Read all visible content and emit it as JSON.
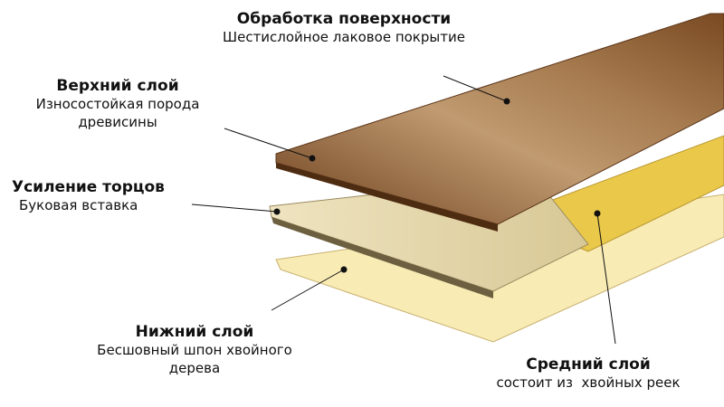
{
  "labels": {
    "surface": {
      "title": "Обработка поверхности",
      "desc": "Шестислойное лаковое покрытие"
    },
    "top": {
      "title": "Верхний слой",
      "desc1": "Износостойкая порода",
      "desc2": "древисины"
    },
    "ends": {
      "title": "Усиление торцов",
      "desc": "Буковая вставка"
    },
    "bottom": {
      "title": "Нижний слой",
      "desc1": "Бесшовный шпон хвойного",
      "desc2": "дерева"
    },
    "middle": {
      "title": "Средний слой",
      "desc": "состоит из  хвойных реек"
    }
  },
  "colors": {
    "top_wood": "#8a5a30",
    "beech": "#e8dcb0",
    "pine": "#e8c848",
    "veneer": "#f8eab0"
  }
}
